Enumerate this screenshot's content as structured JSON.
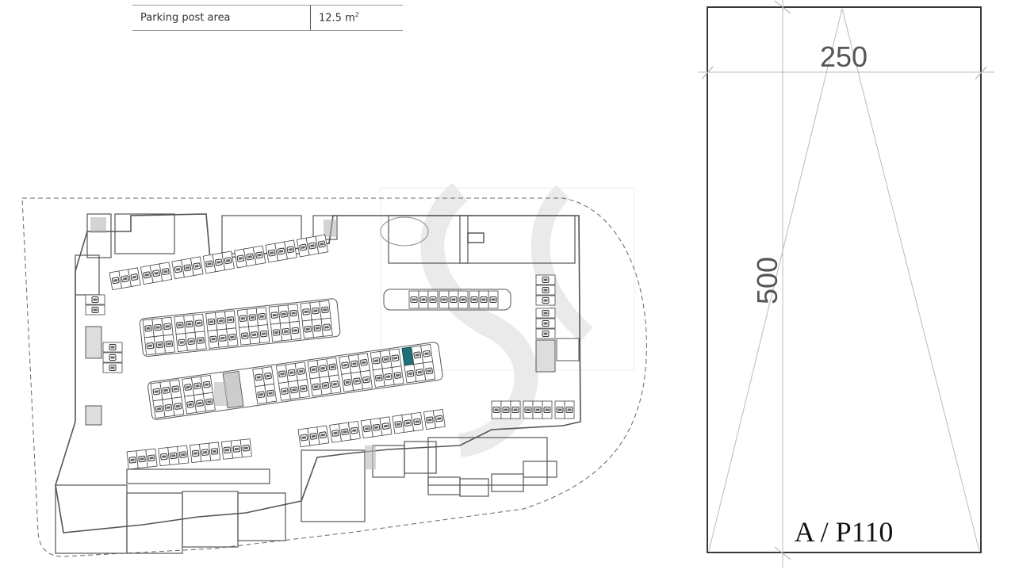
{
  "info_table": {
    "rows": [
      {
        "label": "Parking post area",
        "value": "12.5 m",
        "unit_sup": "2"
      }
    ]
  },
  "floor_plan": {
    "highlight_color": "#1e6f78",
    "line_color": "#555555",
    "boundary_style": "dashed",
    "highlighted_stall": "A / P110"
  },
  "stall_diagram": {
    "width_label": "250",
    "length_label": "500",
    "title": "A / P110"
  }
}
